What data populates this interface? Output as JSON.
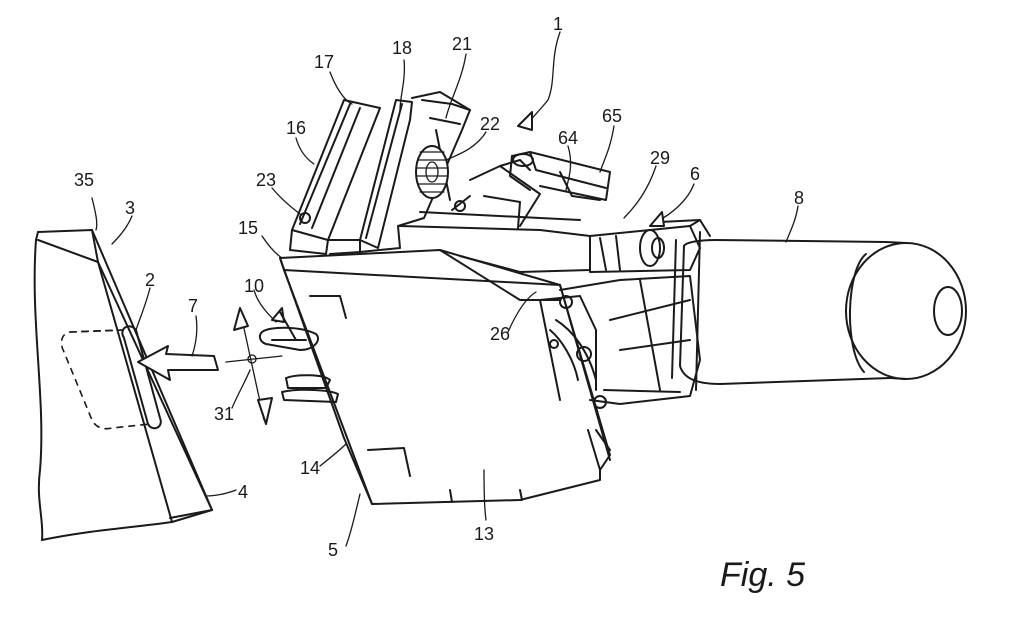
{
  "figure": {
    "caption": "Fig. 5"
  },
  "reference_numerals": {
    "n1": "1",
    "n2": "2",
    "n3": "3",
    "n4": "4",
    "n5": "5",
    "n6": "6",
    "n7": "7",
    "n8": "8",
    "n10": "10",
    "n13": "13",
    "n14": "14",
    "n15": "15",
    "n16": "16",
    "n17": "17",
    "n18": "18",
    "n21": "21",
    "n22": "22",
    "n23": "23",
    "n26": "26",
    "n29": "29",
    "n31": "31",
    "n35": "35",
    "n64": "64",
    "n65": "65"
  }
}
